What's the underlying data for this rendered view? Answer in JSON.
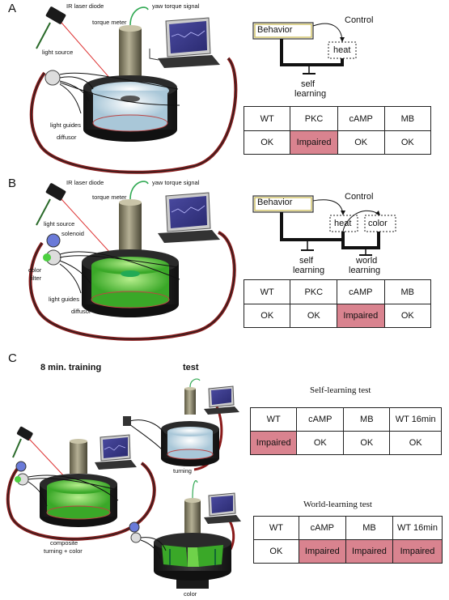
{
  "panels": [
    "A",
    "B",
    "C"
  ],
  "panel_a": {
    "labels": {
      "ir_laser": "IR laser diode",
      "torque_meter": "torque meter",
      "yaw_signal": "yaw torque signal",
      "light_source": "light source",
      "light_guides": "light guides",
      "diffusor": "diffusor"
    },
    "diagram": {
      "behavior": "Behavior",
      "control": "Control",
      "heat": "heat",
      "self_learning_1": "self",
      "self_learning_2": "learning"
    },
    "table": {
      "headers": [
        "WT",
        "PKC",
        "cAMP",
        "MB"
      ],
      "values": [
        "OK",
        "Impaired",
        "OK",
        "OK"
      ]
    }
  },
  "panel_b": {
    "labels": {
      "ir_laser": "IR laser diode",
      "torque_meter": "torque meter",
      "yaw_signal": "yaw torque signal",
      "light_source": "light source",
      "solenoid": "solenoid",
      "color_filter_1": "color",
      "color_filter_2": "filter",
      "light_guides": "light guides",
      "diffusor": "diffusor"
    },
    "diagram": {
      "behavior": "Behavior",
      "control": "Control",
      "heat": "heat",
      "color": "color",
      "self_learning_1": "self",
      "self_learning_2": "learning",
      "world_learning_1": "world",
      "world_learning_2": "learning"
    },
    "table": {
      "headers": [
        "WT",
        "PKC",
        "cAMP",
        "MB"
      ],
      "values": [
        "OK",
        "OK",
        "Impaired",
        "OK"
      ]
    }
  },
  "panel_c": {
    "training_title": "8 min. training",
    "test_title": "test",
    "turning_label": "turning",
    "composite_1": "composite",
    "composite_2": "turning + color",
    "color_label": "color",
    "self_test": {
      "title": "Self-learning test",
      "headers": [
        "WT",
        "cAMP",
        "MB",
        "WT 16min"
      ],
      "values": [
        "Impaired",
        "OK",
        "OK",
        "OK"
      ]
    },
    "world_test": {
      "title": "World-learning test",
      "headers": [
        "WT",
        "cAMP",
        "MB",
        "WT 16min"
      ],
      "values": [
        "OK",
        "Impaired",
        "Impaired",
        "Impaired"
      ]
    }
  },
  "colors": {
    "impaired": "#d9838f",
    "arena_green": "#5cc83a",
    "cable": "#8a1a1a"
  }
}
